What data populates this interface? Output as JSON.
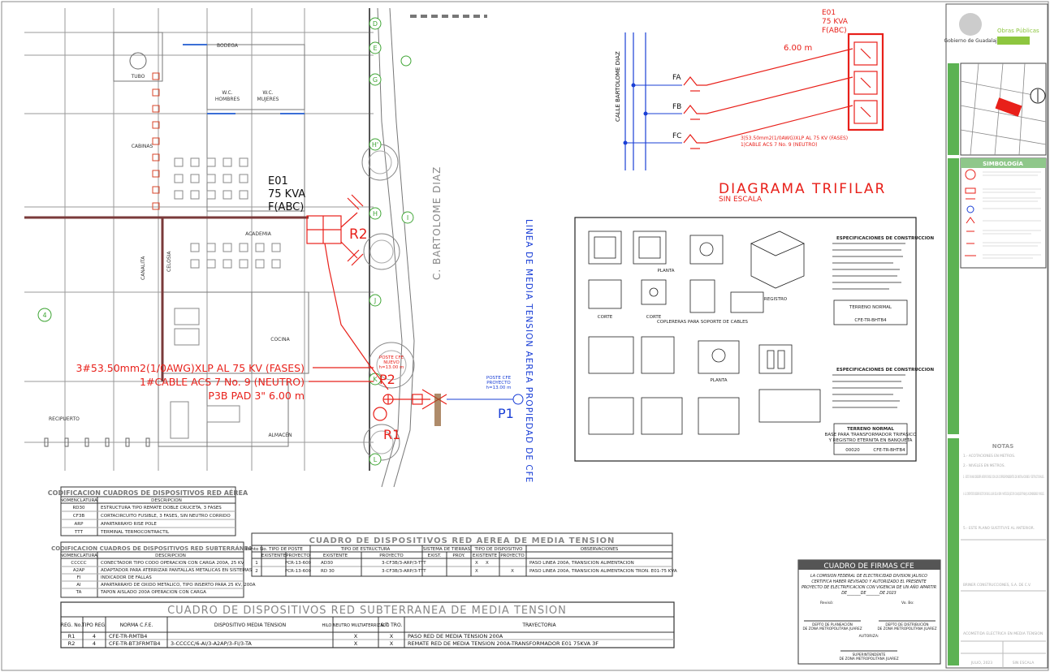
{
  "plan": {
    "grid_letters": [
      "D",
      "E",
      "G",
      "H'",
      "H",
      "I",
      "J",
      "K",
      "L"
    ],
    "axis_label": "4",
    "street_label": "C. BARTOLOME DIAZ",
    "rooms": {
      "tubo": "TUBO",
      "wc1": "W.C.",
      "wc1b": "HOMBRES",
      "wc2": "W.C.",
      "wc2b": "MUJERES",
      "bodega": "BODEGA",
      "cabinas": "CABINAS",
      "academia": "ACADEMIA",
      "cocina": "COCINA",
      "almacen": "ALMACÉN",
      "recipuerto": "RECIPUERTO",
      "canalita": "CANALITA",
      "celosia": "CELOSIA"
    },
    "transformer": {
      "line1": "E01",
      "line2": "75 KVA",
      "line3": "F(ABC)"
    },
    "r2": "R2",
    "r1": "R1",
    "p2": "P2",
    "p1": "P1",
    "cable_note": {
      "line1": "3#53.50mm2(1/0AWG)XLP AL 75 KV (FASES)",
      "line2": "1#CABLE ACS 7 No. 9 (NEUTRO)",
      "line3": "P3B PAD 3\" 6.00 m"
    },
    "poste_nuevo": {
      "l1": "POSTE CFE",
      "l2": "NUEVO",
      "l3": "h=13.00 m"
    },
    "poste_proyecto": {
      "l1": "POSTE CFE",
      "l2": "PROYECTO",
      "l3": "h=13.00 m"
    },
    "linea_vertical": "LINEA DE MEDIA TENSION AEREA PROPIEDAD DE CFE"
  },
  "trifilar": {
    "street": "CALLE BARTOLOME DIAZ",
    "fa": "FA",
    "fb": "FB",
    "fc": "FC",
    "distance": "6.00 m",
    "transformer": {
      "line1": "E01",
      "line2": "75 KVA",
      "line3": "F(ABC)"
    },
    "note1": "3|53.50mm2(1/0AWG)XLP AL 75 KV (FASES)",
    "note2": "1|CABLE ACS 7 No. 9 (NEUTRO)",
    "title": "DIAGRAMA TRIFILAR",
    "subtitle": "SIN ESCALA"
  },
  "detail": {
    "spec_title": "ESPECIFICACIONES DE CONSTRUCCION",
    "box_title": "TERRENO NORMAL",
    "box_l2": "BASE PARA TRANSFORMADOR TRIFASICO",
    "box_l3": "Y REGISTRO ETERNITA EN BANQUETA",
    "code": "00020",
    "code2": "CFE-TR-BHTB4",
    "corte": "CORTE",
    "planta": "PLANTA",
    "registro": "REGISTRO",
    "soporte": "COPLERERAS PARA SOPORTE DE CABLES"
  },
  "table_aerea": {
    "title": "CODIFICACION CUADROS DE DISPOSITIVOS RED AÉREA",
    "headers": [
      "NOMENCLATURA",
      "DESCRIPCION"
    ],
    "rows": [
      [
        "RD30",
        "ESTRUCTURA TIPO REMATE DOBLE CRUCETA, 3 FASES"
      ],
      [
        "CF3B",
        "CORTACIRCUITO FUSIBLE, 3 FASES, SIN NEUTRO CORRIDO"
      ],
      [
        "ARP",
        "APARTARRAYO RISE POLE"
      ],
      [
        "TTT",
        "TERMINAL TERMOCONTRACTIL"
      ]
    ]
  },
  "table_subt_code": {
    "title": "CODIFICACION CUADROS DE DISPOSITIVOS RED SUBTERRÁNEA",
    "headers": [
      "NOMENCLATURA",
      "DESCRIPCION"
    ],
    "rows": [
      [
        "CCCCC",
        "CONECTADOR TIPO CODO OPERACION CON CARGA 200A, 25 KV"
      ],
      [
        "A2AP",
        "ADAPTADOR PARA ATERRIZAR PANTALLAS METALICAS EN SISTEMAS 200A"
      ],
      [
        "FI",
        "INDICADOR DE FALLAS"
      ],
      [
        "AI",
        "APARTARRAYO DE OXIDO METALICO, TIPO INSERTO PARA 25 KV, 200A"
      ],
      [
        "TA",
        "TAPON AISLADO 200A OPERACION CON CARGA"
      ]
    ]
  },
  "table_aerea_mt": {
    "title": "CUADRO DE DISPOSITIVOS RED AEREA DE MEDIA TENSION",
    "headers": [
      "Punto No.",
      "TIPO DE POSTE",
      "",
      "TIPO DE ESTRUCTURA",
      "",
      "SISTEMA DE TIERRAS",
      "",
      "TIPO DE DISPOSITIVO",
      "",
      "OBSERVACIONES"
    ],
    "subheaders": [
      "",
      "EXISTENTE",
      "PROYECTO",
      "EXISTENTE",
      "PROYECTO",
      "EXIST.",
      "PROY.",
      "EXISTENTE",
      "PROYECTO",
      ""
    ],
    "rows": [
      [
        "1",
        "",
        "PCR-13-600",
        "AD30",
        "",
        "3-CF3B/3-ARP/3-TTT",
        "X",
        "X",
        "",
        "PASO LINEA 200A, TRANSICION ALIMENTACION"
      ],
      [
        "2",
        "",
        "PCR-13-600",
        "RD 30",
        "",
        "3-CF3B/3-ARP/3-TTT",
        "X",
        "",
        "X",
        "PASO LINEA 200A, TRANSICION ALIMENTACION TRON. E01-75 KVA"
      ]
    ]
  },
  "table_subt": {
    "title": "CUADRO DE DISPOSITIVOS RED SUBTERRANEA DE MEDIA TENSION",
    "headers": [
      "REG. No.",
      "TIPO REG.",
      "NORMA C.F.E.",
      "DISPOSITIVO MEDIA TENSION",
      "HILO NEUTRO MULTIATERRIZADO",
      "S.T. TRO.",
      "TRAYECTORIA"
    ],
    "rows": [
      [
        "R1",
        "4",
        "CFE-TR-RMTB4",
        "",
        "X",
        "X",
        "PASO RED DE MEDIA TENSION 200A"
      ],
      [
        "R2",
        "4",
        "CFE-TR-BT3FRMTB4",
        "3-CCCCC/6-AI/3-A2AP/3-FI/3-TA",
        "X",
        "X",
        "REMATE RED DE MEDIA TENSION 200A-TRANSFORMADOR E01 75KVA 3F"
      ]
    ]
  },
  "firmas": {
    "title": "CUADRO DE FIRMAS CFE",
    "text1": "LA COMISION FEDERAL DE ELECTRICIDAD DIVISION JALISCO",
    "text2": "CERTIFICA HABER REVISADO Y AUTORIZADO EL PRESENTE",
    "text3": "PROYECTO DE ELECTRIFICACION CON VIGENCIA DE UN AÑO APARTIR",
    "text4": "DE_______DE_______DE 2023",
    "reviso": "Revisó:",
    "vobo": "Vo. Bo:",
    "depto1a": "DEPTO DE PLANEACIÓN",
    "depto1b": "DE ZONA METROPOLITANA JUAREZ",
    "depto2a": "DEPTO DE DISTRIBUCIÓN",
    "depto2b": "DE ZONA METROPOLITANA JUAREZ",
    "autoriza": "AUTORIZA:",
    "super1": "SUPERINTENDENTE",
    "super2": "DE ZONA METROPOLITANA JUAREZ"
  },
  "sidebar": {
    "logo_gob": "Gobierno de Guadalajara",
    "logo_obras": "Obras Públicas",
    "simbologia": "SIMBOLOGÍA",
    "notas": "NOTAS",
    "nota_items": [
      "1.- ACOTACIONES EN METROS.",
      "2.- NIVELES EN METROS.",
      "3.- ESTE PLANO DEBERÁ VERIFICARSE CON LOS CORRESPONDIENTES DE INSTALACIONES Y ESTRUCTURALES.",
      "4.- EL CONTRATISTA DEBERÁ RECTIFICAR EN EL LUGAR DE LA OBRA Y ANTES DE EJECUTAR CUALQUIER TRABAJO LAS DIMENSIONES Y NIVELES.",
      "5.- ESTE PLANO SUSTITUYE AL ANTERIOR."
    ],
    "project_title": "ACOMETIDA ELECTRICA EN MEDIA TENSION",
    "empresa": "BRINER CONSTRUCCIONES, S.A. DE C.V.",
    "fecha": "JULIO, 2023",
    "escala": "SIN ESCALA"
  },
  "colors": {
    "red": "#e8201a",
    "blue": "#1a3fd6",
    "green": "#3fa535",
    "accent": "#2f8f2f"
  }
}
